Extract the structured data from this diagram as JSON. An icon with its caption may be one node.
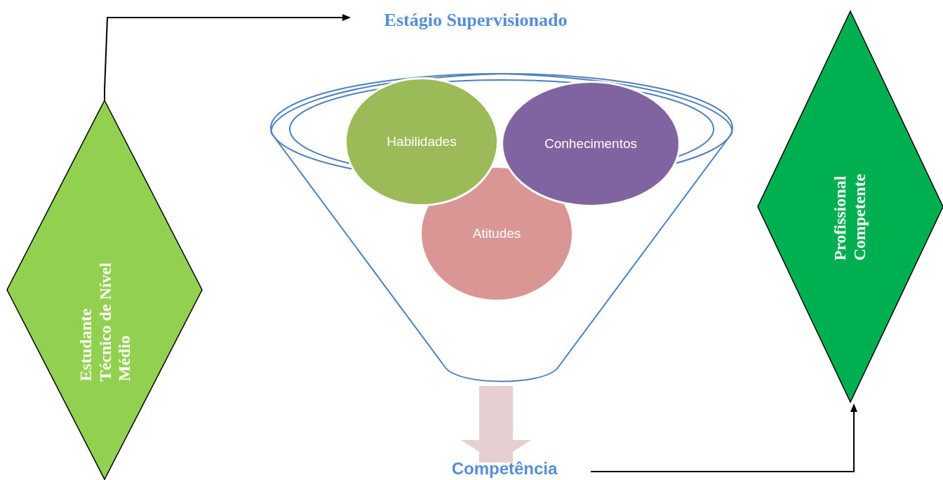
{
  "diagram": {
    "nodes": [
      {
        "text": [
          "Estudante Técnico de Nível Médio"
        ]
      },
      {
        "text": [
          "Estágio Supervisionado"
        ]
      },
      {
        "text": [],
        "shape": "funnel"
      },
      {
        "text": [
          "Habilidades"
        ],
        "in": 2
      },
      {
        "text": [
          "Conhecimentos"
        ],
        "in": 2
      },
      {
        "text": [
          "Atitudes"
        ],
        "in": 2
      },
      {
        "text": [
          "Competência"
        ]
      },
      {
        "text": [
          "Profissional Competente"
        ]
      }
    ],
    "edges": [
      {
        "from": 0,
        "to": 1,
        "arrow": "to"
      },
      {
        "from": 2,
        "to": 6,
        "arrow": "to",
        "style": "thick",
        "color": "#e6cfd0"
      },
      {
        "from": 6,
        "to": 7,
        "arrow": "to"
      }
    ]
  }
}
